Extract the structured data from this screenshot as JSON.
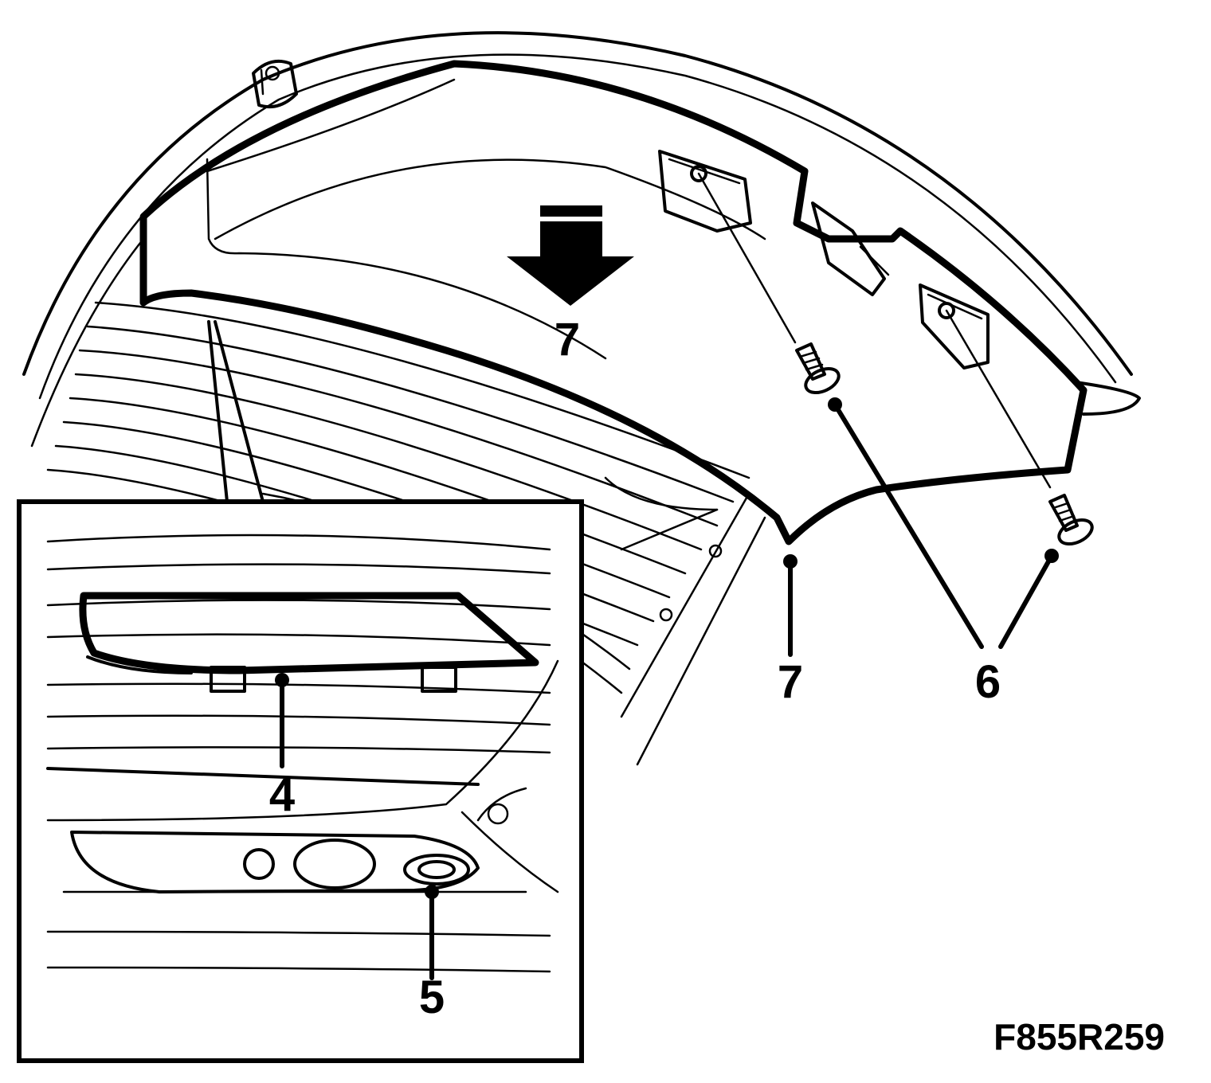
{
  "diagram": {
    "callouts": {
      "c4": "4",
      "c5": "5",
      "c6": "6",
      "c7_arrow": "7",
      "c7_lower": "7"
    },
    "figure_code": "F855R259"
  },
  "colors": {
    "line": "#000000",
    "background": "#ffffff"
  }
}
